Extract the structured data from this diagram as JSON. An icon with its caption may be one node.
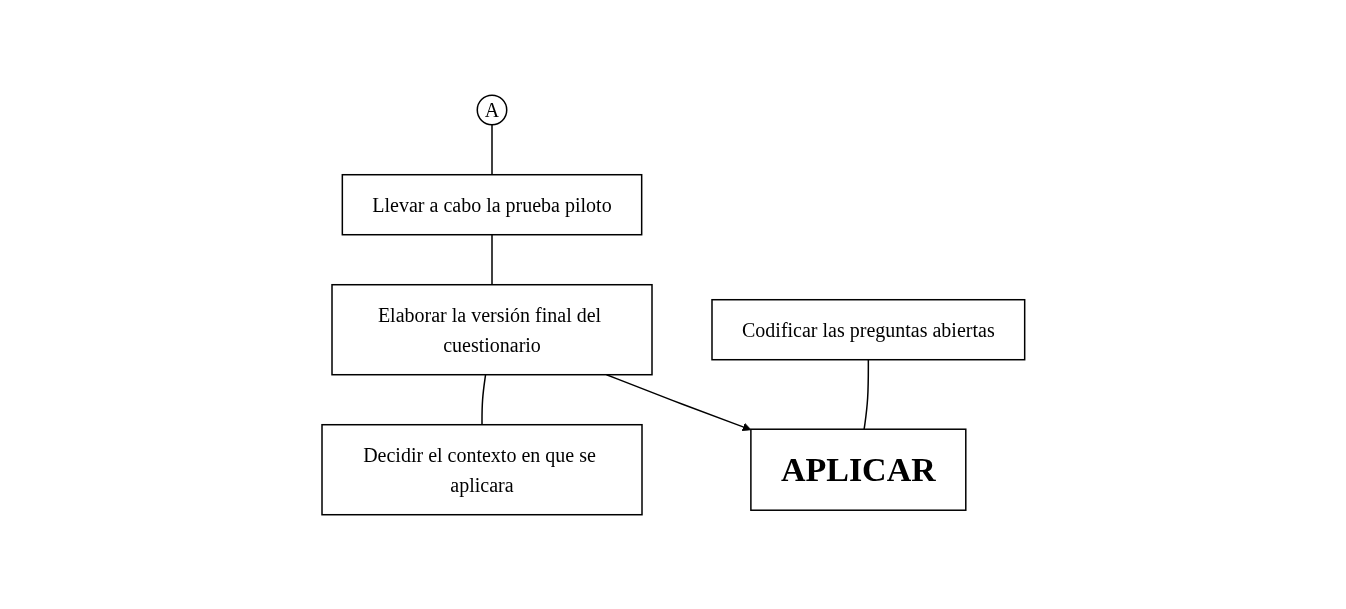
{
  "diagram": {
    "nodes": [
      {
        "text": [
          "A"
        ]
      },
      {
        "text": [
          "Llevar a cabo la prueba piloto"
        ]
      },
      {
        "text": [
          "Elaborar la versión final del cuestionario"
        ]
      },
      {
        "text": [
          "Decidir el contexto en que se aplicara"
        ]
      },
      {
        "text": [
          "APLICAR"
        ]
      },
      {
        "text": [
          "Codificar las preguntas abiertas"
        ]
      }
    ],
    "edges": [
      {
        "from": 0,
        "to": 1,
        "arrow": "none"
      },
      {
        "from": 1,
        "to": 2,
        "arrow": "none"
      },
      {
        "from": 2,
        "to": 3,
        "arrow": "none"
      },
      {
        "from": 2,
        "to": 4,
        "arrow": "to"
      },
      {
        "from": 5,
        "to": 4,
        "arrow": "none"
      }
    ]
  }
}
